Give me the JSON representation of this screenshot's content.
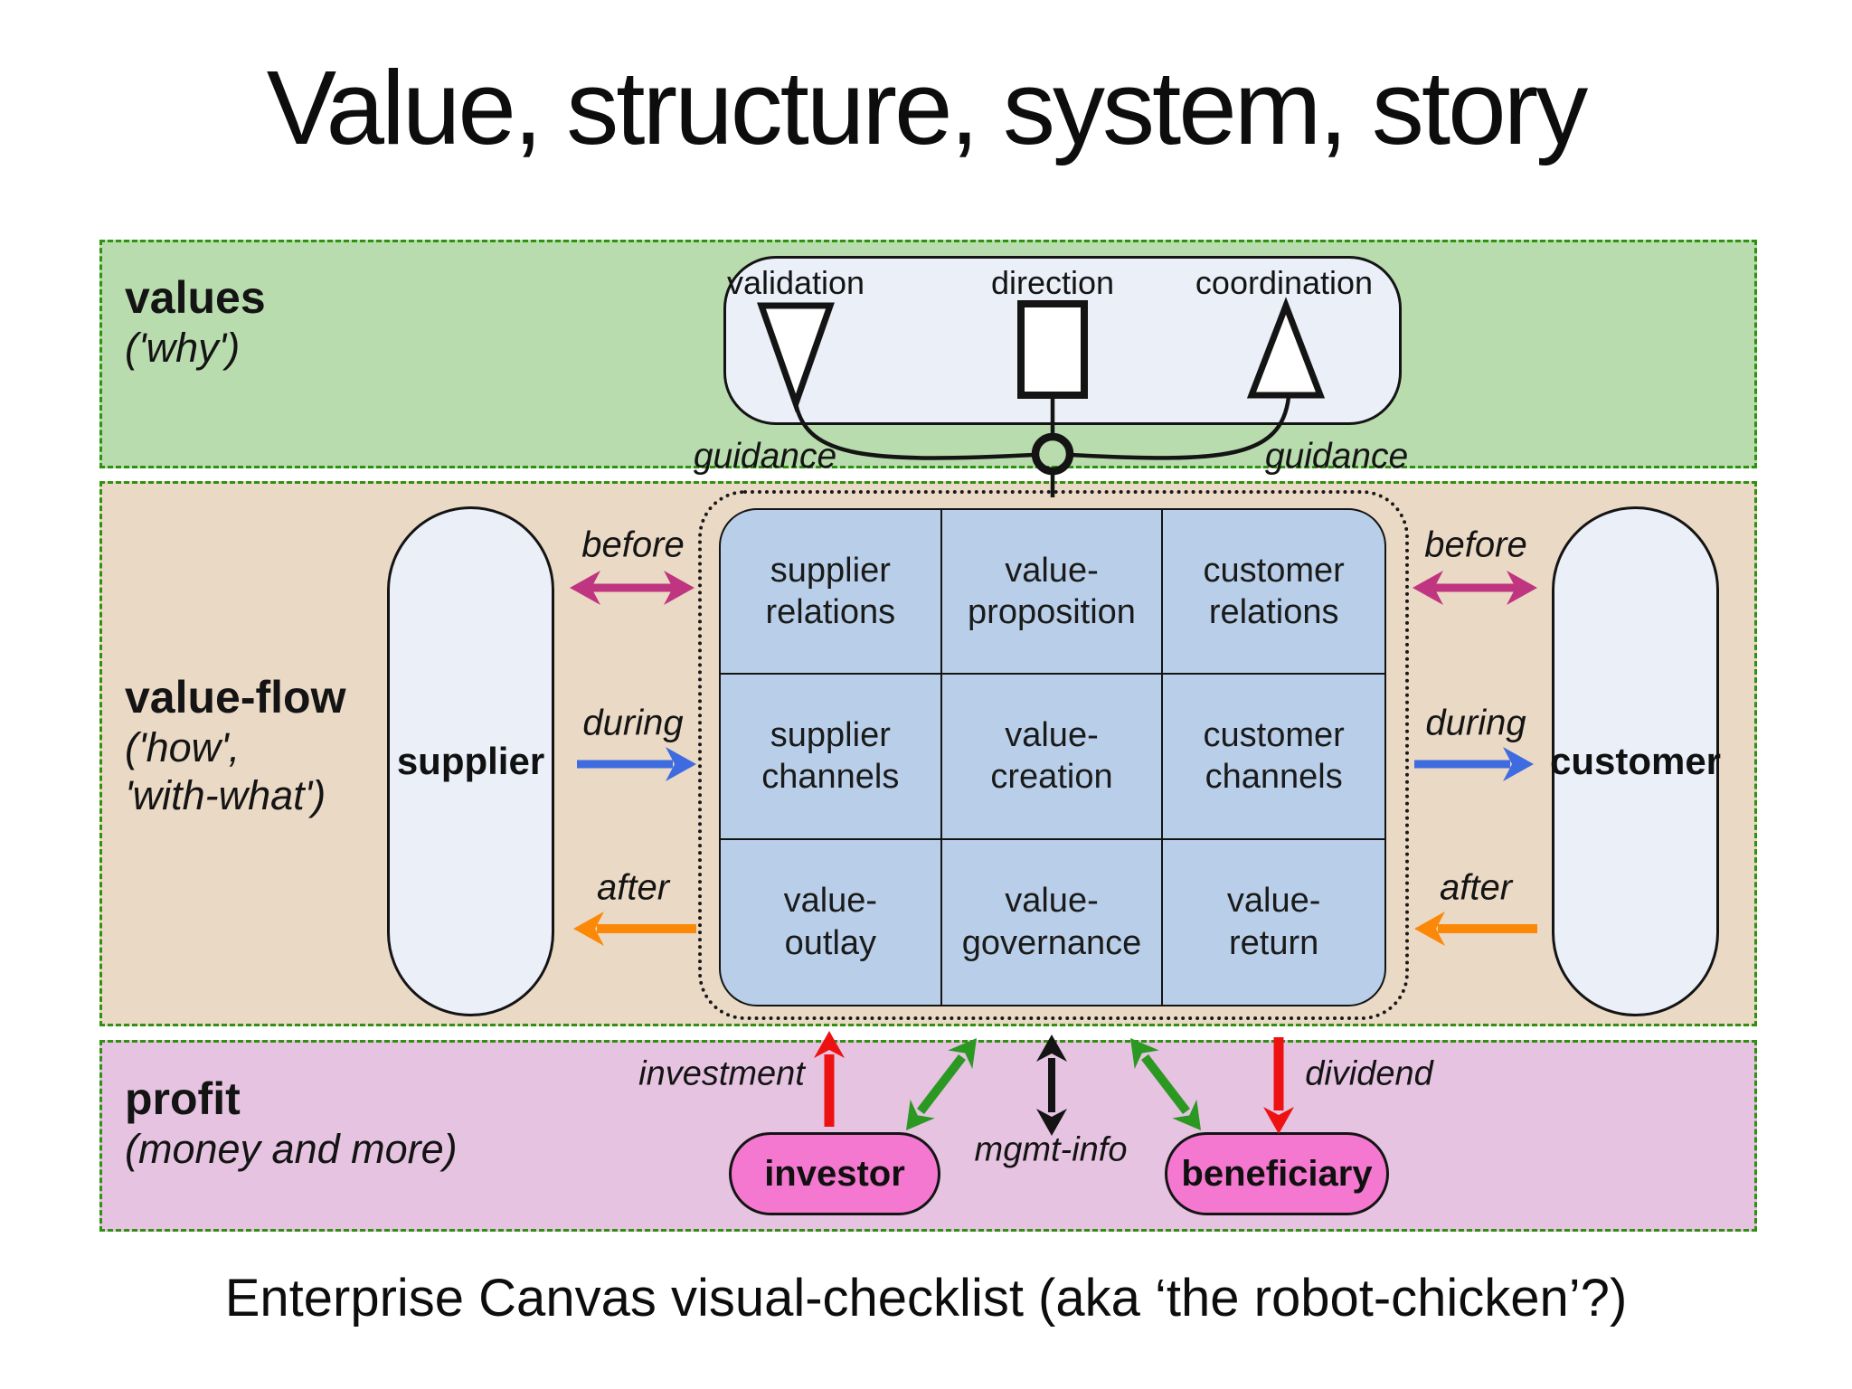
{
  "title": "Value, structure, system, story",
  "caption": "Enterprise Canvas visual-checklist (aka ‘the robot-chicken’?)",
  "bands": {
    "values": {
      "title": "values",
      "subtitle": "('why')"
    },
    "value_flow": {
      "title": "value-flow",
      "subtitle_line1": "('how',",
      "subtitle_line2": "'with-what')"
    },
    "profit": {
      "title": "profit",
      "subtitle": "(money and more)"
    }
  },
  "values_panel": {
    "items": [
      {
        "label": "validation",
        "icon": "triangle-down-icon"
      },
      {
        "label": "direction",
        "icon": "square-icon"
      },
      {
        "label": "coordination",
        "icon": "triangle-up-icon"
      }
    ],
    "guidance_left": "guidance",
    "guidance_right": "guidance"
  },
  "flow": {
    "supplier": "supplier",
    "customer": "customer",
    "before": "before",
    "during": "during",
    "after": "after"
  },
  "grid": {
    "rows": [
      [
        "supplier\nrelations",
        "value-\nproposition",
        "customer\nrelations"
      ],
      [
        "supplier\nchannels",
        "value-\ncreation",
        "customer\nchannels"
      ],
      [
        "value-\noutlay",
        "value-\ngovernance",
        "value-\nreturn"
      ]
    ]
  },
  "profit_row": {
    "investor": "investor",
    "beneficiary": "beneficiary",
    "investment": "investment",
    "mgmt_info": "mgmt-info",
    "dividend": "dividend"
  },
  "colors": {
    "band_values_bg": "#b9dcae",
    "band_flow_bg": "#ead9c5",
    "band_profit_bg": "#e5c3e1",
    "dashed_border_green": "#2f9110",
    "panel_bg": "#eaeff8",
    "grid_cell_bg": "#b9cfe9",
    "party_pink": "#f478cf",
    "arrow_before": "#bf3580",
    "arrow_during": "#3f6be0",
    "arrow_after": "#fb8806",
    "arrow_invest_dividend": "#ee1111",
    "arrow_transfer_green": "#2b9822",
    "arrow_mgmt_black": "#141414",
    "line": "#141414"
  }
}
